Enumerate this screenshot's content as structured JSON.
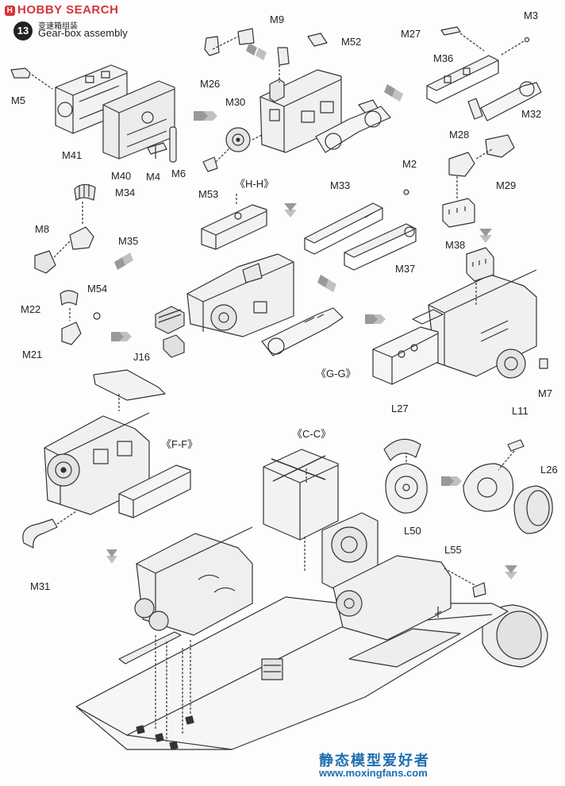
{
  "brand": "HOBBY SEARCH",
  "step": {
    "number": "13",
    "title_cn": "变速箱组装",
    "title_en": "Gear-box assembly"
  },
  "parts": {
    "M3": "M3",
    "M9": "M9",
    "M52": "M52",
    "M27": "M27",
    "M36": "M36",
    "M32": "M32",
    "M26": "M26",
    "M5": "M5",
    "M41": "M41",
    "M30": "M30",
    "M40": "M40",
    "M4": "M4",
    "M6": "M6",
    "M53": "M53",
    "M28": "M28",
    "M29": "M29",
    "M2": "M2",
    "M34": "M34",
    "M8": "M8",
    "M35": "M35",
    "M33": "M33",
    "M37": "M37",
    "M38": "M38",
    "M54": "M54",
    "M22": "M22",
    "M21": "M21",
    "M7": "M7",
    "J16": "J16",
    "L27": "L27",
    "L11": "L11",
    "L26": "L26",
    "L50": "L50",
    "M31": "M31",
    "L55": "L55"
  },
  "subassemblies": {
    "hh": "《H-H》",
    "gg": "《G-G》",
    "ff": "《F-F》",
    "cc": "《C-C》"
  },
  "watermark": {
    "cn": "静态模型爱好者",
    "url": "www.moxingfans.com"
  }
}
